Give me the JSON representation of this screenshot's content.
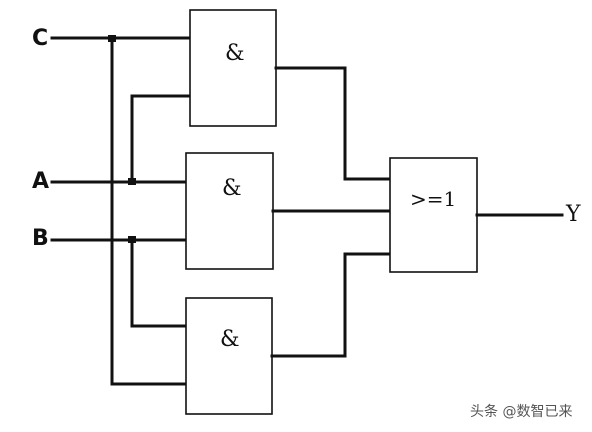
{
  "inputs": {
    "c": "C",
    "a": "A",
    "b": "B"
  },
  "gates": {
    "and1": "&",
    "and2": "&",
    "and3": "&",
    "or": ">=1"
  },
  "output": "Y",
  "watermark": "头条 @数智已来"
}
